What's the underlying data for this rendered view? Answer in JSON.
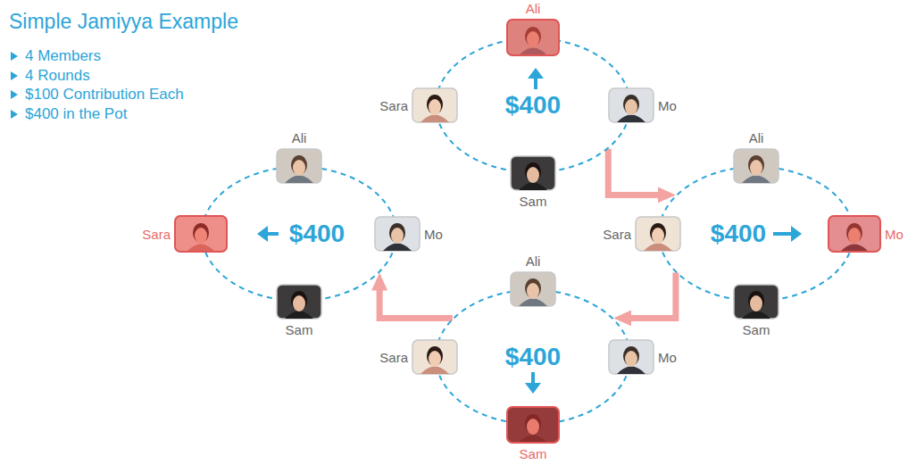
{
  "diagram": {
    "title": "Simple Jamiyya Example",
    "nodes": [
      {
        "text": [
          "$400"
        ]
      },
      {
        "text": [
          "Ali"
        ]
      },
      {
        "text": [
          "Sara"
        ]
      },
      {
        "text": [
          "Mo"
        ]
      },
      {
        "text": [
          "Sam"
        ]
      },
      {
        "text": [
          "$400"
        ]
      },
      {
        "text": [
          "Ali"
        ]
      },
      {
        "text": [
          "Sara"
        ]
      },
      {
        "text": [
          "Mo"
        ]
      },
      {
        "text": [
          "Sam"
        ]
      },
      {
        "text": [
          "$400"
        ]
      },
      {
        "text": [
          "Ali"
        ]
      },
      {
        "text": [
          "Sara"
        ]
      },
      {
        "text": [
          "Mo"
        ]
      },
      {
        "text": [
          "Sam"
        ]
      },
      {
        "text": [
          "$400"
        ]
      },
      {
        "text": [
          "Ali"
        ]
      },
      {
        "text": [
          "Sara"
        ]
      },
      {
        "text": [
          "Mo"
        ]
      },
      {
        "text": [
          "Sam"
        ]
      }
    ],
    "edges": [
      {
        "from": 0,
        "to": 5,
        "arrow": "to"
      },
      {
        "from": 5,
        "to": 10,
        "arrow": "to"
      },
      {
        "from": 10,
        "to": 15,
        "arrow": "to"
      }
    ],
    "labels": [
      "4 Members",
      "4 Rounds",
      "$100 Contribution Each",
      "$400 in the Pot"
    ]
  }
}
